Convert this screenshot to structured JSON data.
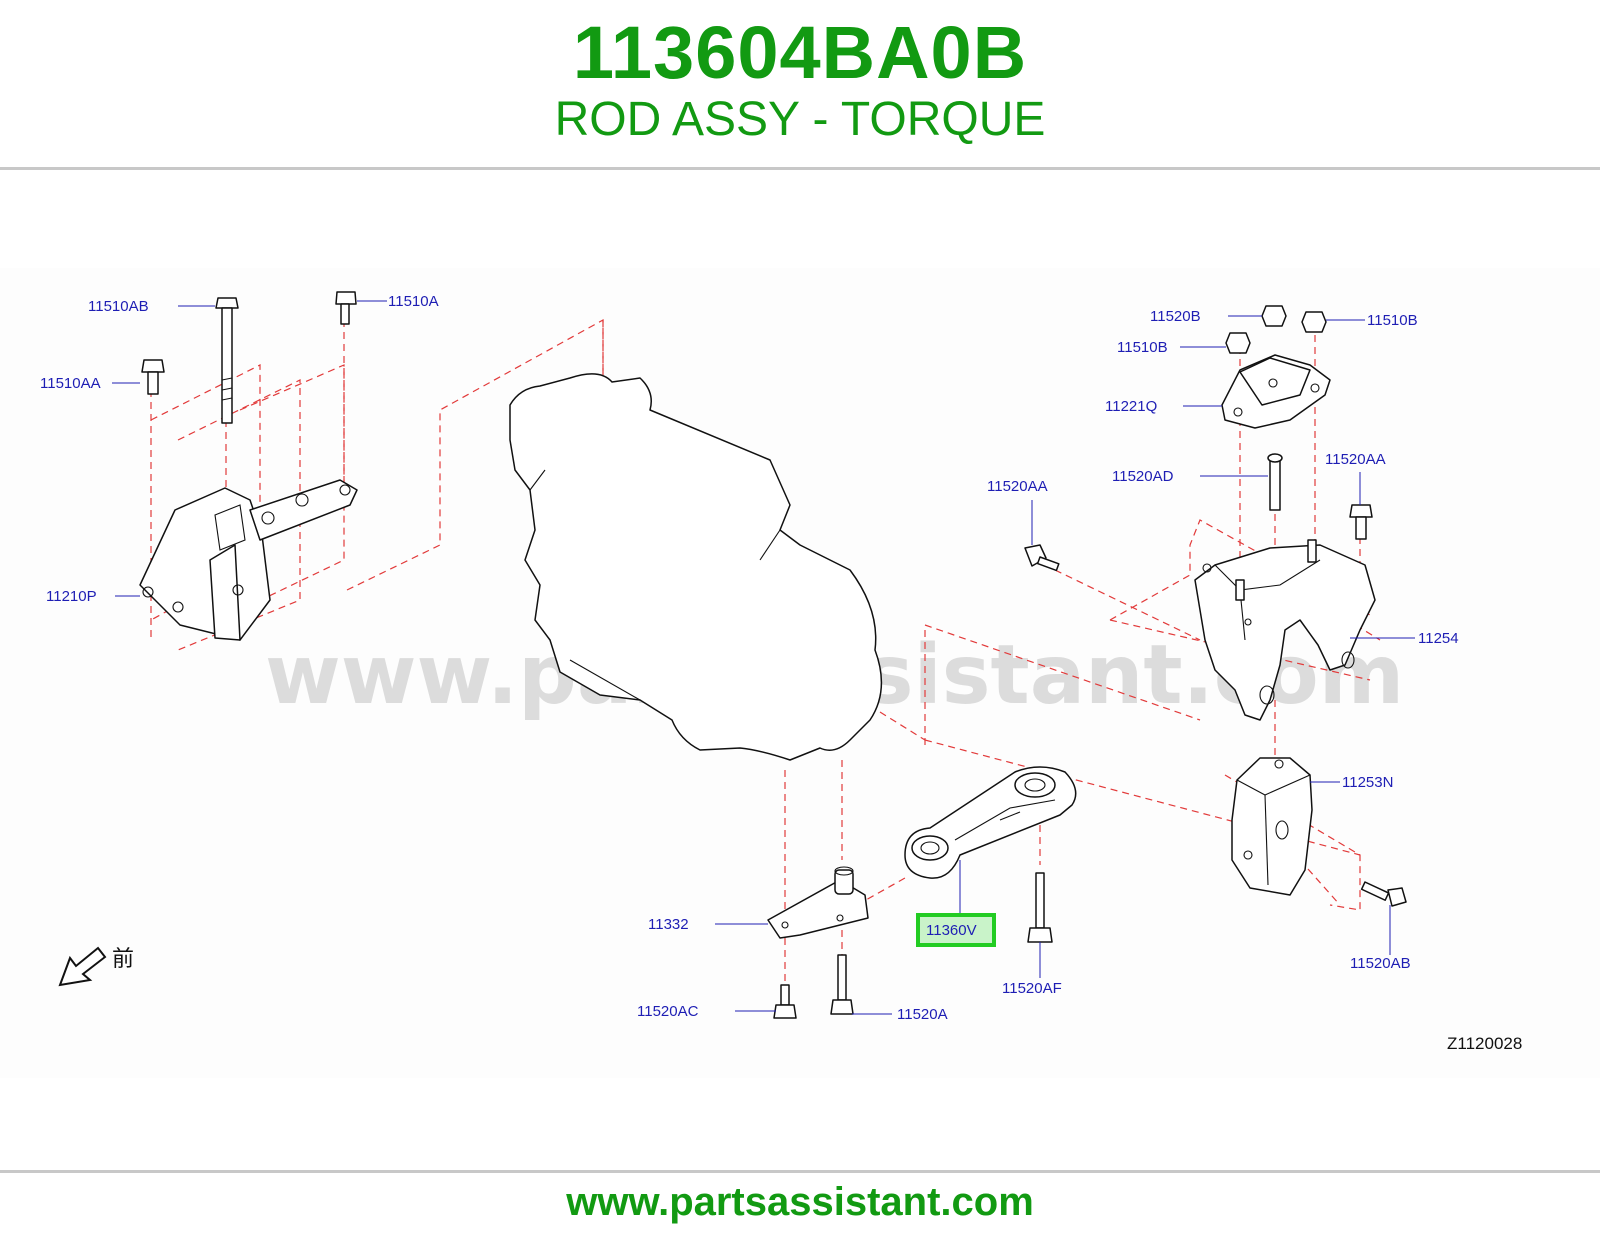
{
  "header": {
    "part_number": "113604BA0B",
    "part_name": "ROD ASSY - TORQUE"
  },
  "diagram": {
    "watermark": "www.partsassistant.com",
    "diagram_code": "Z1120028",
    "front_label": "前",
    "highlight_color": "#22cc22",
    "label_color": "#1e1eb4",
    "guide_line_color": "#e23a3a",
    "labels": {
      "l_11510ab": "11510AB",
      "l_11510a": "11510A",
      "l_11510aa": "11510AA",
      "l_11210p": "11210P",
      "l_11520b": "11520B",
      "l_11510b_r": "11510B",
      "l_11510b_l": "11510B",
      "l_11221q": "11221Q",
      "l_11520ad": "11520AD",
      "l_11520aa_l": "11520AA",
      "l_11520aa_r": "11520AA",
      "l_11254": "11254",
      "l_11253n": "11253N",
      "l_11332": "11332",
      "l_11360v": "11360V",
      "l_11520af": "11520AF",
      "l_11520ab": "11520AB",
      "l_11520ac": "11520AC",
      "l_11520a": "11520A"
    }
  },
  "footer": {
    "url": "www.partsassistant.com"
  }
}
